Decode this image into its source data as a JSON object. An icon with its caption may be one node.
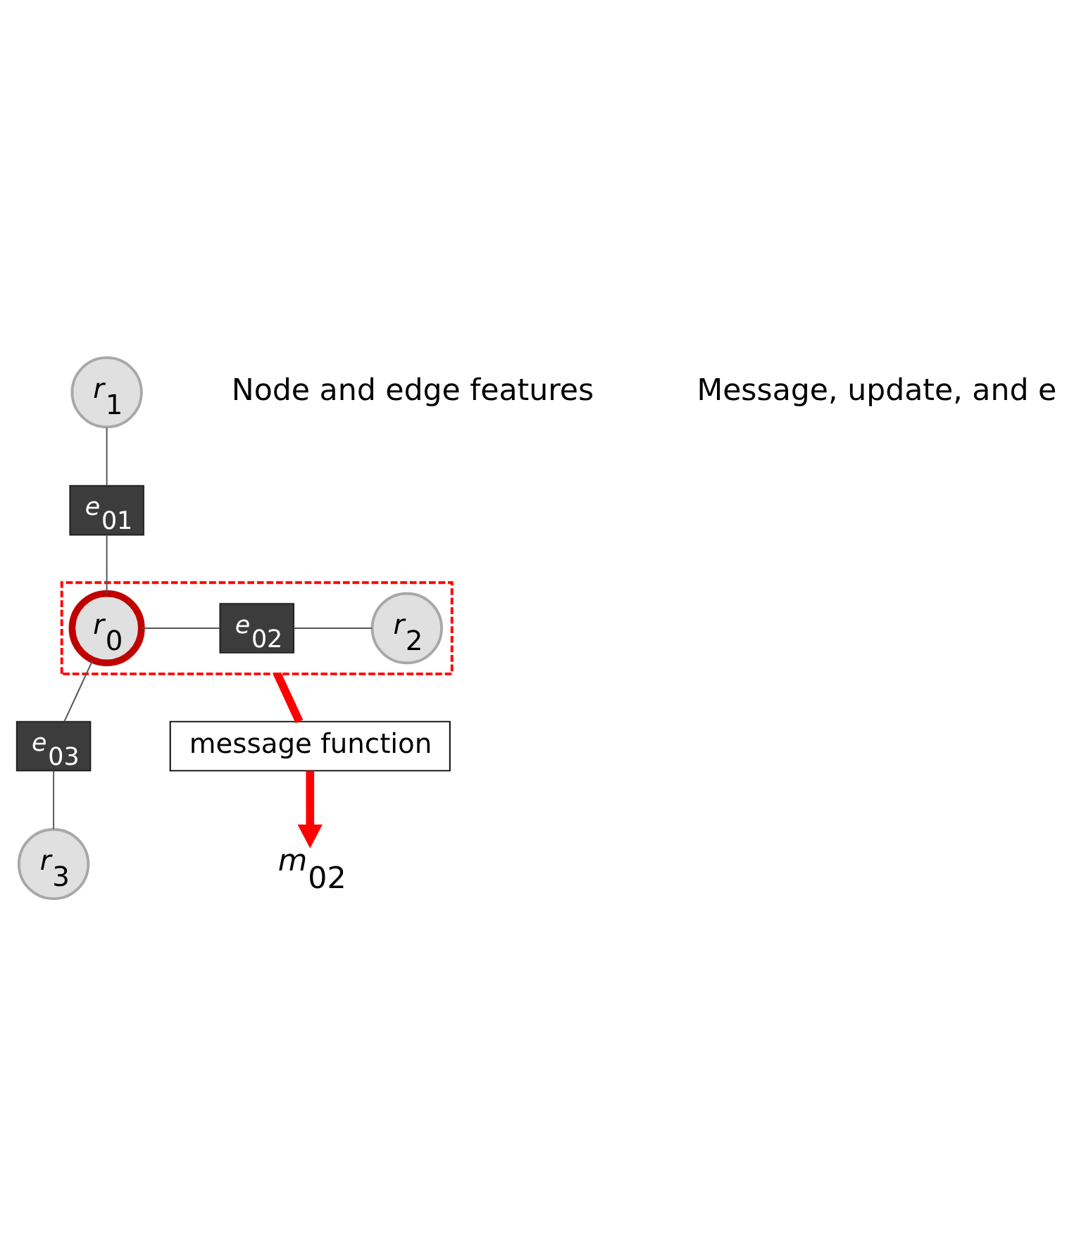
{
  "diagram": {
    "nodes": [
      {
        "text": [
          "r$_{1}$"
        ]
      },
      {
        "text": [
          "e$_{01}$"
        ]
      },
      {
        "text": [],
        "shape": "box"
      },
      {
        "text": [
          "r$_{0}$"
        ],
        "in": 2
      },
      {
        "text": [
          "e$_{02}$"
        ],
        "in": 2
      },
      {
        "text": [
          "r$_{2}$"
        ],
        "in": 2
      },
      {
        "text": [
          "e$_{03}$"
        ]
      },
      {
        "text": [
          "r$_{3}$"
        ]
      },
      {
        "text": [
          "message function"
        ]
      },
      {
        "text": [
          "m$_{02}$"
        ]
      }
    ],
    "edges": [
      {
        "from": 0,
        "to": 1,
        "arrow": "none"
      },
      {
        "from": 1,
        "to": 3,
        "arrow": "none"
      },
      {
        "from": 3,
        "to": 4,
        "arrow": "none"
      },
      {
        "from": 4,
        "to": 5,
        "arrow": "none"
      },
      {
        "from": 3,
        "to": 6,
        "arrow": "none"
      },
      {
        "from": 6,
        "to": 7,
        "arrow": "none"
      },
      {
        "from": 2,
        "to": 8,
        "arrow": "none",
        "style": "thick",
        "color": "#ff0000"
      },
      {
        "from": 8,
        "to": 9,
        "arrow": "to",
        "style": "thick",
        "color": "#ff0000"
      }
    ],
    "labels": [
      "Node and edge features",
      "Message, update, and e"
    ]
  }
}
